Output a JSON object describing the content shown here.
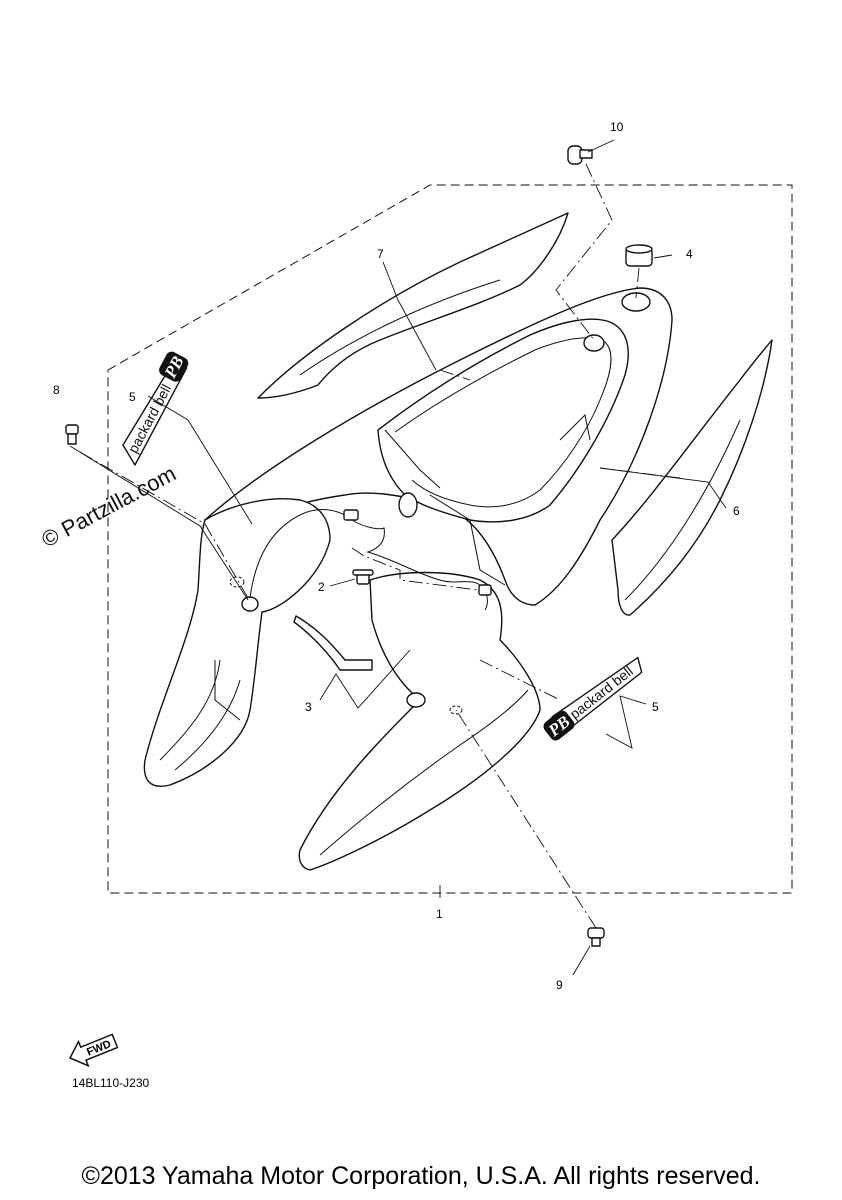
{
  "callouts": {
    "c1": "1",
    "c2": "2",
    "c3": "3",
    "c4": "4",
    "c5a": "5",
    "c5b": "5",
    "c6": "6",
    "c7": "7",
    "c8": "8",
    "c9": "9",
    "c10": "10"
  },
  "watermark": "© Partzilla.com",
  "decal_logo": {
    "monogram": "PB",
    "brand": "packard bell"
  },
  "fwd_label": "FWD",
  "diagram_code": "14BL110-J230",
  "copyright": "©2013 Yamaha Motor Corporation, U.S.A. All rights reserved."
}
